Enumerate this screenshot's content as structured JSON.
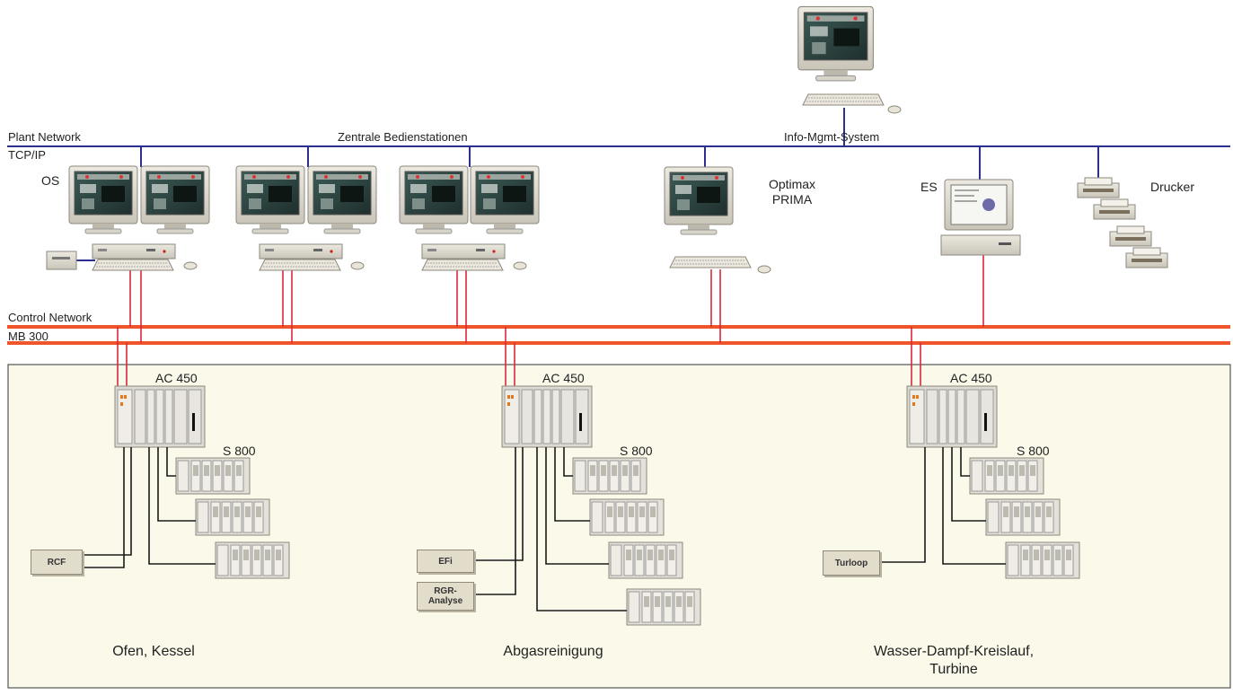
{
  "networks": {
    "plant": {
      "name": "Plant Network",
      "protocol": "TCP/IP"
    },
    "control": {
      "name": "Control Network",
      "protocol": "MB 300"
    }
  },
  "groups": {
    "operator": "Zentrale Bedienstationen",
    "info_mgmt": "Info-Mgmt-System"
  },
  "stations": {
    "os": "OS",
    "optimax": "Optimax\nPRIMA",
    "es": "ES",
    "printer": "Drucker"
  },
  "controllers": [
    {
      "ac": "AC 450",
      "io": "S 800",
      "area": "Ofen, Kessel",
      "devices": [
        "RCF"
      ]
    },
    {
      "ac": "AC 450",
      "io": "S 800",
      "area": "Abgasreinigung",
      "devices": [
        "EFi",
        "RGR-\nAnalyse"
      ]
    },
    {
      "ac": "AC 450",
      "io": "S 800",
      "area": "Wasser-Dampf-Kreislauf,\nTurbine",
      "devices": [
        "Turloop"
      ]
    }
  ],
  "colors": {
    "plant_network": "#2b2f8f",
    "control_network": "#f0542a",
    "drop_cable": "#d8283c",
    "io_cable": "#1a1a1a",
    "field_area": "#fbf9ea"
  },
  "icons": [
    "monitor-icon",
    "computer-icon",
    "keyboard-icon",
    "mouse-icon",
    "printer-icon",
    "controller-rack-icon",
    "io-module-icon"
  ]
}
